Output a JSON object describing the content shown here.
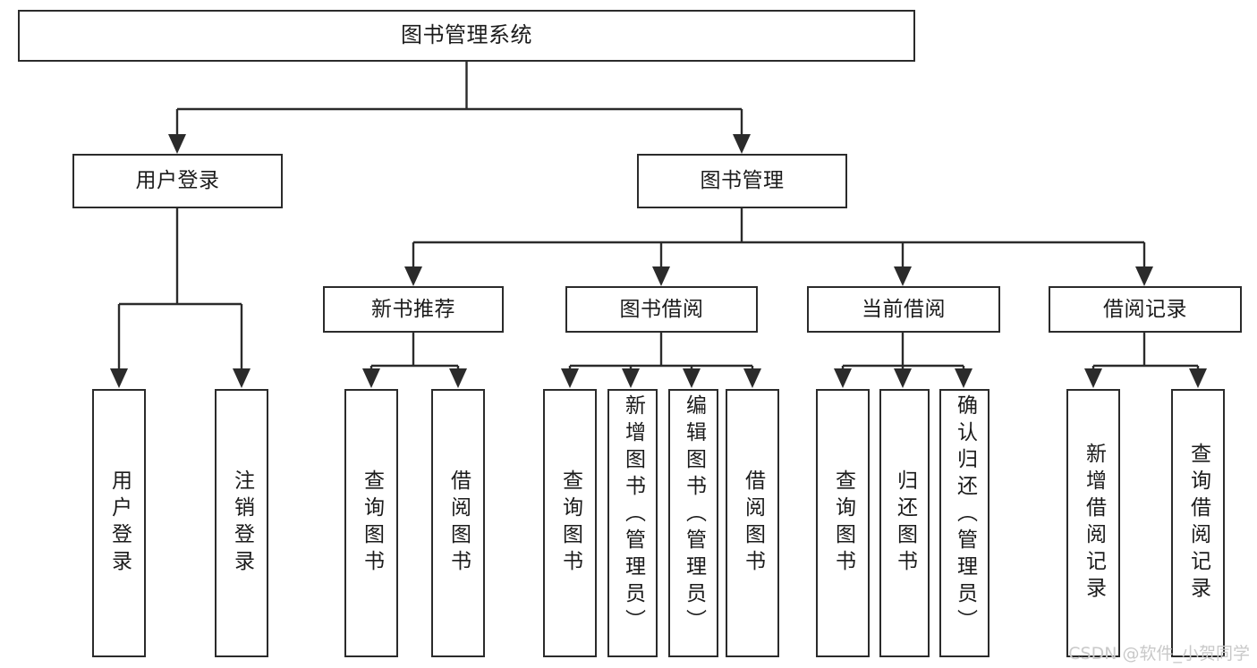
{
  "diagram": {
    "title": "图书管理系统",
    "type": "tree-hierarchy-functional-decomposition",
    "root": {
      "label": "图书管理系统"
    },
    "level2": [
      {
        "label": "用户登录"
      },
      {
        "label": "图书管理"
      }
    ],
    "level3": [
      {
        "label": "新书推荐"
      },
      {
        "label": "图书借阅"
      },
      {
        "label": "当前借阅"
      },
      {
        "label": "借阅记录"
      }
    ],
    "leaves": {
      "user_login": [
        {
          "label": "用户登录"
        },
        {
          "label": "注销登录"
        }
      ],
      "new_book_recommend": [
        {
          "label": "查询图书"
        },
        {
          "label": "借阅图书"
        }
      ],
      "book_borrow": [
        {
          "label": "查询图书"
        },
        {
          "label": "新增图书（管理员）"
        },
        {
          "label": "编辑图书（管理员）"
        },
        {
          "label": "借阅图书"
        }
      ],
      "current_borrow": [
        {
          "label": "查询图书"
        },
        {
          "label": "归还图书"
        },
        {
          "label": "确认归还（管理员）"
        }
      ],
      "borrow_record": [
        {
          "label": "新增借阅记录"
        },
        {
          "label": "查询借阅记录"
        }
      ]
    }
  },
  "watermark": {
    "text": "CSDN @软件_小贺同学"
  },
  "colors": {
    "border": "#2b2b2b",
    "text": "#1b1b1b",
    "background": "#ffffff",
    "watermark": "#c9c9c9"
  }
}
